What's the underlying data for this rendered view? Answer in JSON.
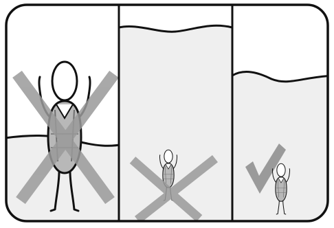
{
  "diagram": {
    "description_text": "",
    "colors": {
      "outline": "#111111",
      "water": "#efefef",
      "mark": "#9a9a9a",
      "vest": "#b8b8b8"
    },
    "panels": [
      {
        "water_level": "low",
        "mark": "cross-icon",
        "figure_size": "large"
      },
      {
        "water_level": "high",
        "mark": "cross-icon",
        "figure_size": "small"
      },
      {
        "water_level": "medium",
        "mark": "check-icon",
        "figure_size": "small"
      }
    ]
  }
}
